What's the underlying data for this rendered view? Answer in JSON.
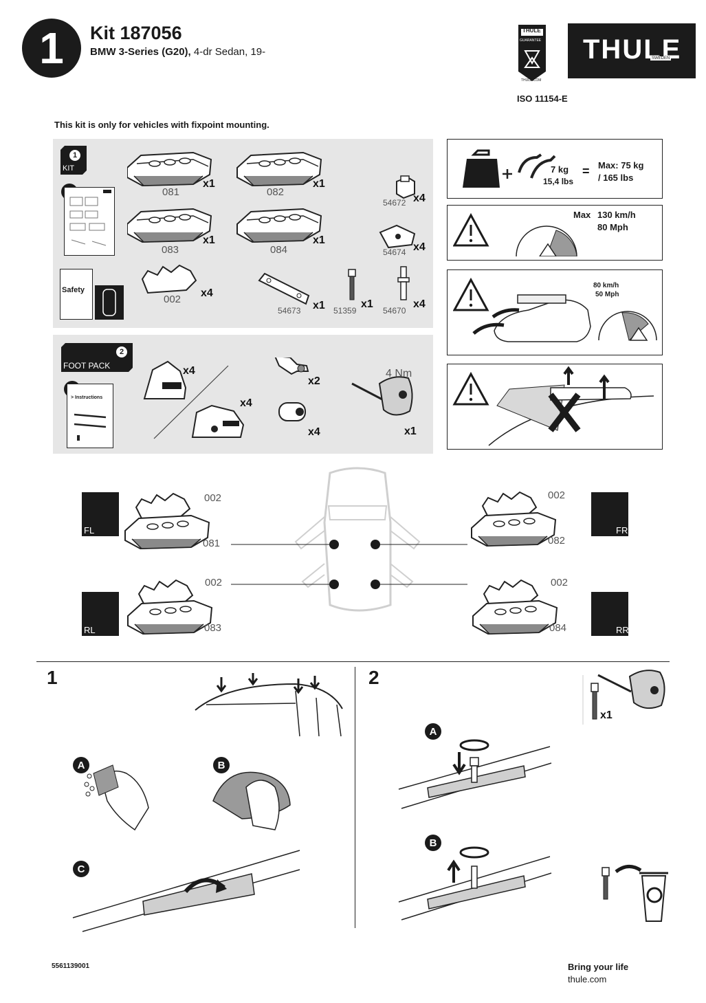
{
  "header": {
    "step_number": "1",
    "kit_title": "Kit 187056",
    "vehicle_model": "BMW 3-Series (G20),",
    "vehicle_detail": " 4-dr Sedan, 19-",
    "iso": "ISO 11154-E",
    "logo_text": "THULE",
    "logo_sub": "SWEDEN",
    "badge_top": "THULE",
    "badge_mid": "GUARANTEE",
    "badge_bottom": "THULE.COM"
  },
  "fixpoint_note": "This kit is only for vehicles with fixpoint mounting.",
  "kit_panel": {
    "badge_number": "1",
    "badge_label": "KIT",
    "safety_label": "Safety",
    "parts": [
      {
        "code": "081",
        "qty": "x1"
      },
      {
        "code": "082",
        "qty": "x1"
      },
      {
        "code": "083",
        "qty": "x1"
      },
      {
        "code": "084",
        "qty": "x1"
      },
      {
        "code": "002",
        "qty": "x4"
      },
      {
        "code": "54672",
        "qty": "x4"
      },
      {
        "code": "54674",
        "qty": "x4"
      },
      {
        "code": "54673",
        "qty": "x1"
      },
      {
        "code": "51359",
        "qty": "x1"
      },
      {
        "code": "54670",
        "qty": "x4"
      }
    ]
  },
  "foot_panel": {
    "badge_number": "2",
    "badge_label": "FOOT PACK",
    "instructions_label": "> Instructions",
    "foot_qty_1": "x4",
    "foot_qty_2": "x4",
    "key_qty": "x2",
    "lock_qty": "x4",
    "torque": "4 Nm",
    "tool_qty": "x1"
  },
  "warnings": {
    "weight": "7 kg",
    "weight_lbs": "15,4 lbs",
    "max_load": "Max: 75 kg",
    "max_load_lbs": "/ 165 lbs",
    "speed_max": "Max",
    "speed_kmh": "130 km/h",
    "speed_mph": "80 Mph",
    "speed2_kmh": "80 km/h",
    "speed2_mph": "50 Mph"
  },
  "placement": {
    "fl": "FL",
    "fr": "FR",
    "rl": "RL",
    "rr": "RR",
    "fl_pad": "002",
    "fl_block": "081",
    "fr_pad": "002",
    "fr_block": "082",
    "rl_pad": "002",
    "rl_block": "083",
    "rr_pad": "002",
    "rr_block": "084"
  },
  "steps": {
    "step1": "1",
    "step2": "2",
    "a": "A",
    "b": "B",
    "c": "C",
    "screw_qty": "x1"
  },
  "footer": {
    "doc_number": "5561139001",
    "slogan": "Bring your life",
    "website": "thule.com"
  },
  "colors": {
    "panel_gray": "#e6e6e6",
    "ink": "#1b1b1b",
    "gauge_red_zone": "#9a9a9a"
  }
}
